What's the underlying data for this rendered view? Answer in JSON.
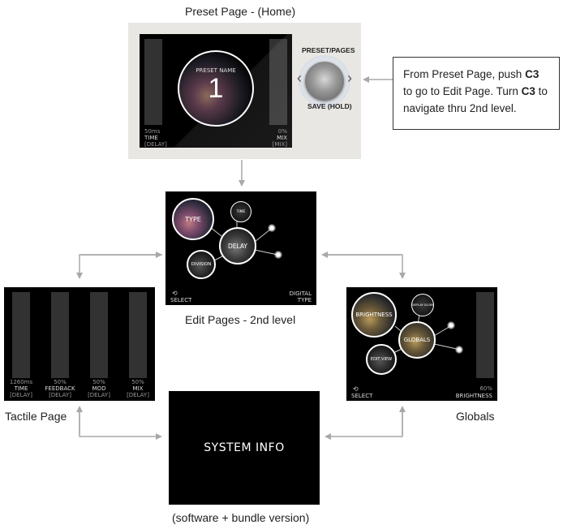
{
  "captions": {
    "preset_page": "Preset Page - (Home)",
    "edit_pages": "Edit Pages - 2nd level",
    "tactile_page": "Tactile Page",
    "globals": "Globals",
    "system_info_sub": "(software + bundle version)"
  },
  "note": {
    "part1": "From Preset Page, push ",
    "c3a": "C3",
    "part2": " to go to Edit Page.  Turn ",
    "c3b": "C3",
    "part3": " to navigate thru 2nd level."
  },
  "preset_screen": {
    "preset_name": "PRESET NAME",
    "number": "1",
    "left_value": "50ms",
    "left_label": "TIME",
    "left_sub": "[DELAY]",
    "right_value": "0%",
    "right_label": "MIX",
    "right_sub": "[MIX]",
    "knob_top": "PRESET/PAGES",
    "knob_bottom": "SAVE (HOLD)",
    "arrow_left": "‹",
    "arrow_right": "›"
  },
  "edit_screen": {
    "type": "TYPE",
    "time": "TIME",
    "delay": "DELAY",
    "division": "DIVISION",
    "select": "SELECT",
    "digital": "DIGITAL",
    "type_label": "TYPE"
  },
  "tactile_screen": {
    "meters": [
      {
        "value": "1260ms",
        "label": "TIME",
        "sub": "[DELAY]"
      },
      {
        "value": "50%",
        "label": "FEEDBACK",
        "sub": "[DELAY]"
      },
      {
        "value": "50%",
        "label": "MOD",
        "sub": "[DELAY]"
      },
      {
        "value": "50%",
        "label": "MIX",
        "sub": "[DELAY]"
      }
    ]
  },
  "globals_screen": {
    "brightness": "BRIGHTNESS",
    "display": "DISPLAY GLOBE",
    "globals": "GLOBALS",
    "edit_view": "EDIT VIEW",
    "select": "SELECT",
    "value": "60%",
    "label": "BRIGHTNESS"
  },
  "system_screen": {
    "title": "SYSTEM INFO"
  },
  "colors": {
    "arrow": "#a8a8a8",
    "panel": "#e9e7e3"
  }
}
